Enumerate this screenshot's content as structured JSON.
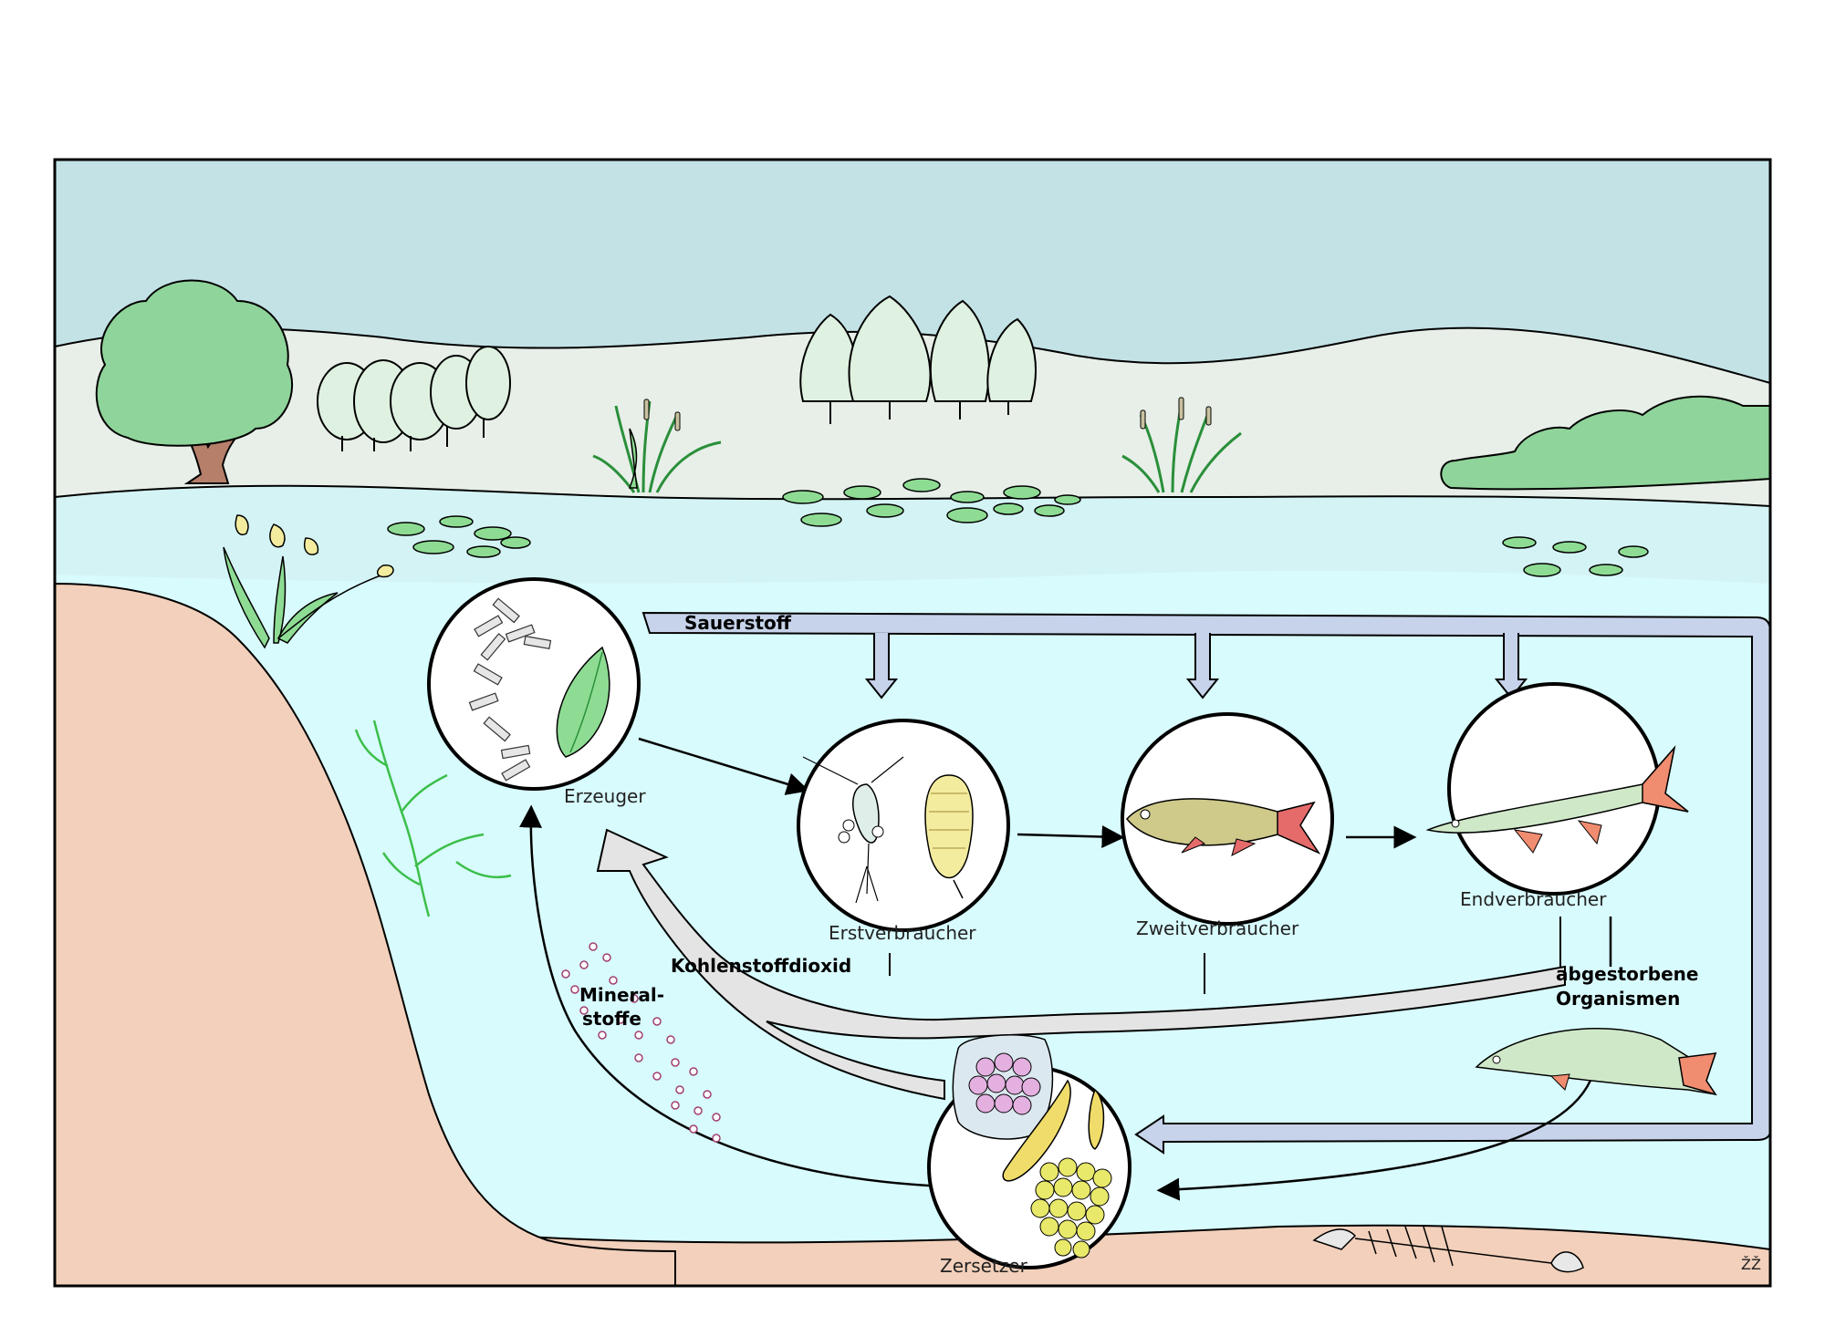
{
  "labels": {
    "producers": "Erzeuger",
    "primary_consumers": "Erstverbraucher",
    "secondary_consumers": "Zweitverbraucher",
    "top_consumers": "Endverbraucher",
    "decomposers": "Zersetzer",
    "oxygen": "Sauerstoff",
    "carbon_dioxide": "Kohlenstoffdioxid",
    "minerals_line1": "Mineral-",
    "minerals_line2": "stoffe",
    "dead_line1": "abgestorbene",
    "dead_line2": "Organismen",
    "signature": "ŽŽ"
  },
  "colors": {
    "sky": "#c3e2e6",
    "hills": "#e7efe8",
    "water_surface": "#d4f3f5",
    "water": "#d8fbfd",
    "ground": "#f2d0bb",
    "tree_green": "#8fd49a",
    "pale_tree": "#dff1e0",
    "leaf": "#8edc94",
    "oxygen_arrow": "#c6d3ea",
    "co2_arrow": "#e4e4e4"
  }
}
